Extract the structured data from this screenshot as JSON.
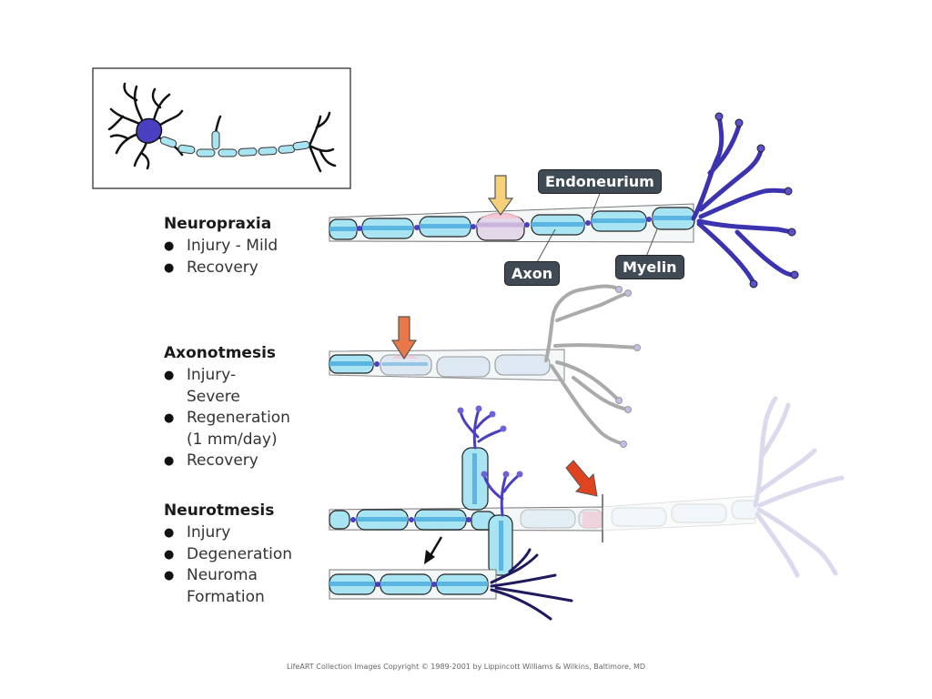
{
  "labels": {
    "endoneurium": "Endoneurium",
    "axon": "Axon",
    "myelin": "Myelin"
  },
  "sections": [
    {
      "title": "Neuropraxia",
      "bullets": [
        [
          "Injury - Mild"
        ],
        [
          "Recovery"
        ]
      ]
    },
    {
      "title": "Axonotmesis",
      "bullets": [
        [
          "Injury-",
          "Severe"
        ],
        [
          "Regeneration",
          "(1 mm/day)"
        ],
        [
          "Recovery"
        ]
      ]
    },
    {
      "title": "Neurotmesis",
      "bullets": [
        [
          "Injury"
        ],
        [
          "Degeneration"
        ],
        [
          "Neuroma",
          "Formation"
        ]
      ]
    }
  ],
  "copyright": "LifeART Collection Images Copyright © 1989-2001 by Lippincott Williams & Wilkins, Baltimore, MD",
  "colors": {
    "myelin": "#a8e4f2",
    "axon_core": "#5ab6e0",
    "dendrite": "#4a3fc0",
    "arrow_mild": "#f5d27a",
    "arrow_severe": "#e8774a",
    "arrow_cut": "#e0441e"
  }
}
